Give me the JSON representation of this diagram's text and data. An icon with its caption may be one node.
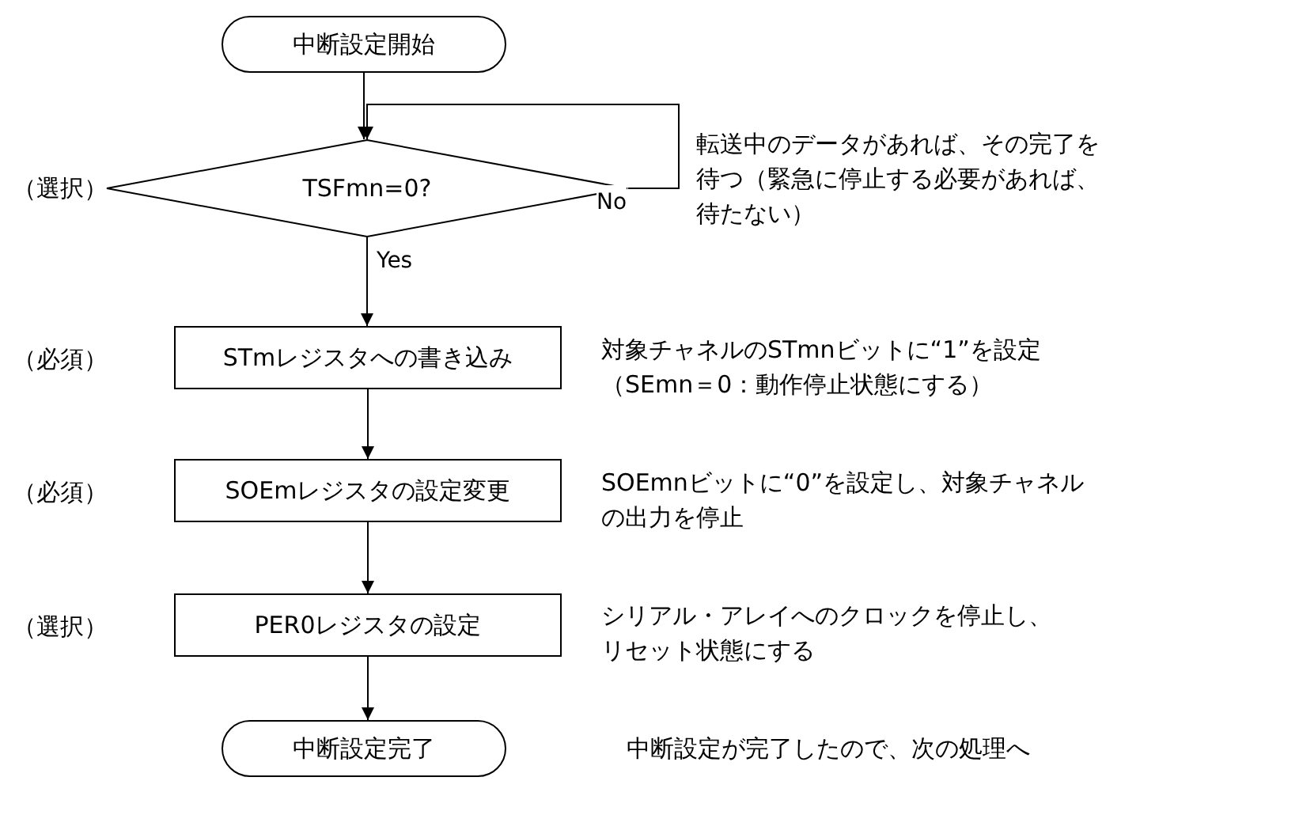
{
  "diagram": {
    "nodes": [
      {
        "text": [
          "中断設定開始"
        ]
      },
      {
        "text": [
          "TSFmn=0?"
        ],
        "beside": [
          "（選択）",
          "転送中のデータがあれば、その完了を待つ（緊急に停止する必要があれば、待たない）"
        ]
      },
      {
        "text": [
          "STmレジスタへの書き込み"
        ],
        "beside": [
          "（必須）",
          "対象チャネルのSTmnビットに“1”を設定（SEmn＝0：動作停止状態にする）"
        ]
      },
      {
        "text": [
          "SOEmレジスタの設定変更"
        ],
        "beside": [
          "（必須）",
          "SOEmnビットに“0”を設定し、対象チャネルの出力を停止"
        ]
      },
      {
        "text": [
          "PER0レジスタの設定"
        ],
        "beside": [
          "（選択）",
          "シリアル・アレイへのクロックを停止し、リセット状態にする"
        ]
      },
      {
        "text": [
          "中断設定完了"
        ]
      }
    ],
    "labels": [
      "中断設定が完了したので、次の処理へ"
    ],
    "edges": [
      {
        "from": 0,
        "to": 1,
        "arrow": "to"
      },
      {
        "from": 1,
        "to": 1,
        "arrow": "to",
        "label": "No"
      },
      {
        "from": 1,
        "to": 2,
        "arrow": "to",
        "label": "Yes"
      },
      {
        "from": 2,
        "to": 3,
        "arrow": "to"
      },
      {
        "from": 3,
        "to": 4,
        "arrow": "to"
      },
      {
        "from": 4,
        "to": 5,
        "arrow": "to"
      }
    ]
  }
}
